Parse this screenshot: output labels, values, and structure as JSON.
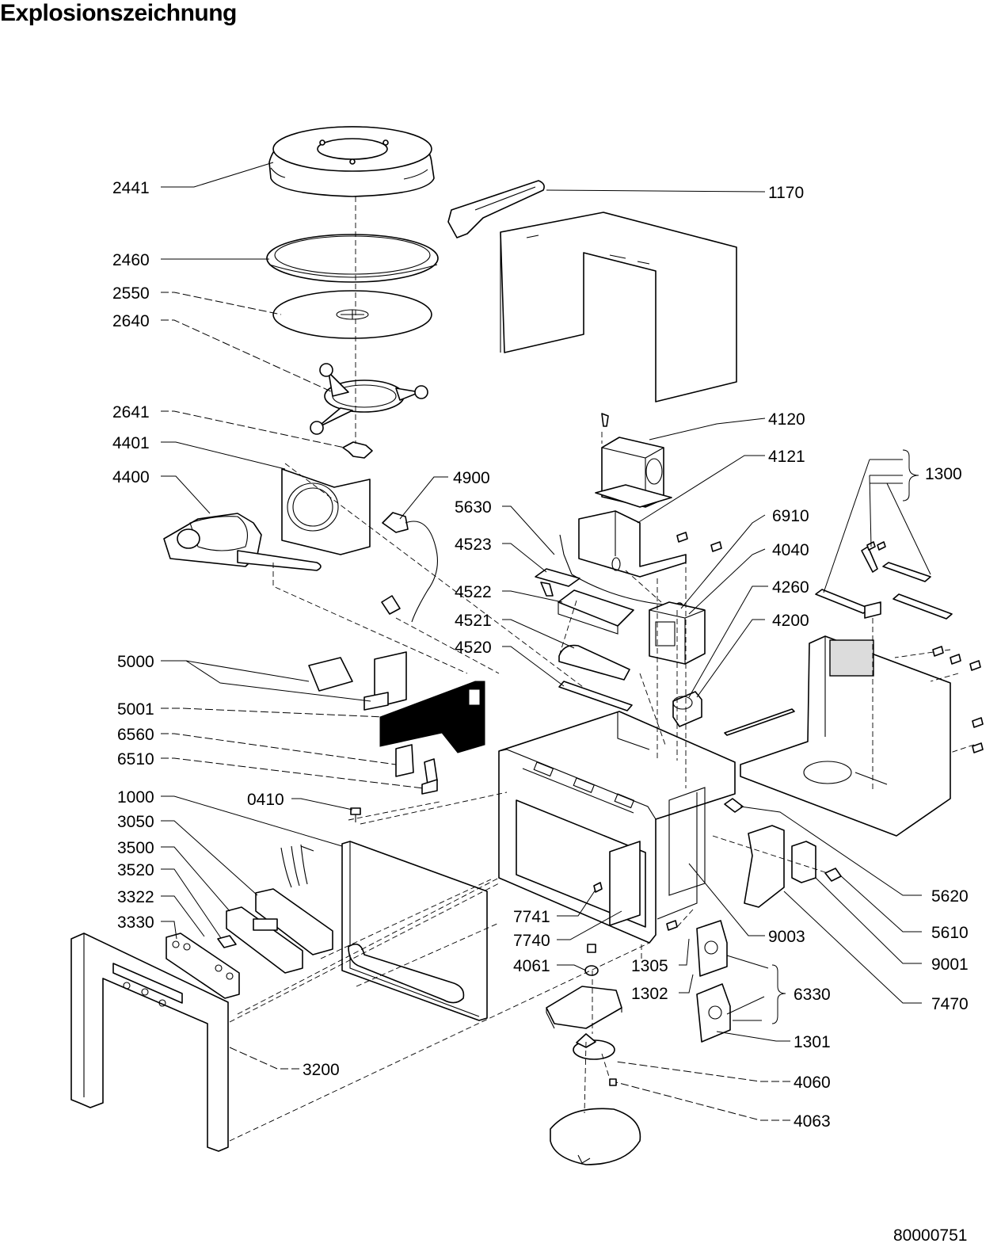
{
  "title": "Explosionszeichnung",
  "document_number": "80000751",
  "callouts": [
    {
      "id": "2441",
      "side": "left"
    },
    {
      "id": "1170",
      "side": "right"
    },
    {
      "id": "2460",
      "side": "left"
    },
    {
      "id": "2550",
      "side": "left"
    },
    {
      "id": "2640",
      "side": "left"
    },
    {
      "id": "2641",
      "side": "left"
    },
    {
      "id": "4401",
      "side": "left"
    },
    {
      "id": "4400",
      "side": "left"
    },
    {
      "id": "4900",
      "side": "right"
    },
    {
      "id": "4120",
      "side": "right"
    },
    {
      "id": "4121",
      "side": "right"
    },
    {
      "id": "1300",
      "side": "right"
    },
    {
      "id": "5630",
      "side": "right"
    },
    {
      "id": "6910",
      "side": "right"
    },
    {
      "id": "4523",
      "side": "right"
    },
    {
      "id": "4040",
      "side": "right"
    },
    {
      "id": "4522",
      "side": "right"
    },
    {
      "id": "4260",
      "side": "right"
    },
    {
      "id": "4521",
      "side": "right"
    },
    {
      "id": "4200",
      "side": "right"
    },
    {
      "id": "4520",
      "side": "right"
    },
    {
      "id": "5000",
      "side": "left"
    },
    {
      "id": "5001",
      "side": "left"
    },
    {
      "id": "6560",
      "side": "left"
    },
    {
      "id": "6510",
      "side": "left"
    },
    {
      "id": "1000",
      "side": "left"
    },
    {
      "id": "0410",
      "side": "left"
    },
    {
      "id": "3050",
      "side": "left"
    },
    {
      "id": "3500",
      "side": "left"
    },
    {
      "id": "3520",
      "side": "left"
    },
    {
      "id": "3322",
      "side": "left"
    },
    {
      "id": "3330",
      "side": "left"
    },
    {
      "id": "5620",
      "side": "right"
    },
    {
      "id": "7741",
      "side": "left"
    },
    {
      "id": "9003",
      "side": "right"
    },
    {
      "id": "5610",
      "side": "right"
    },
    {
      "id": "7740",
      "side": "left"
    },
    {
      "id": "9001",
      "side": "right"
    },
    {
      "id": "4061",
      "side": "left"
    },
    {
      "id": "1305",
      "side": "right"
    },
    {
      "id": "6330",
      "side": "right"
    },
    {
      "id": "7470",
      "side": "right"
    },
    {
      "id": "1302",
      "side": "right"
    },
    {
      "id": "1301",
      "side": "right"
    },
    {
      "id": "3200",
      "side": "right"
    },
    {
      "id": "4060",
      "side": "right"
    },
    {
      "id": "4063",
      "side": "right"
    }
  ]
}
